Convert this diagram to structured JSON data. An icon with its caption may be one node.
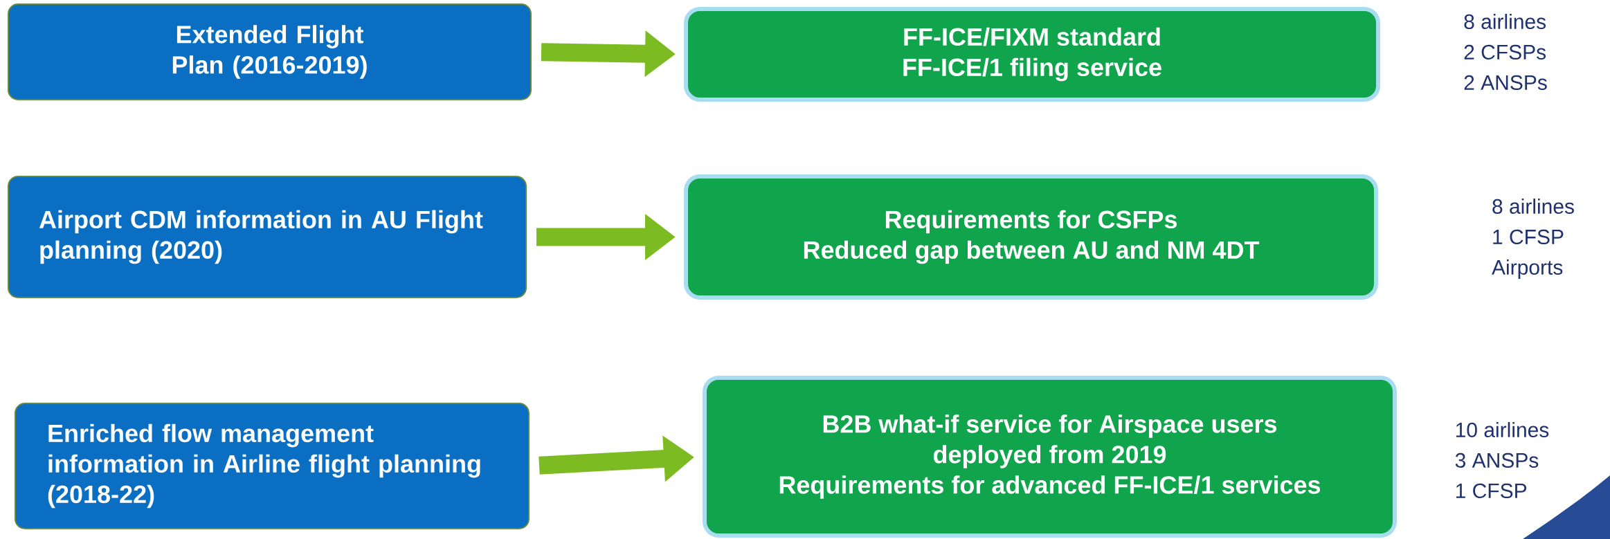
{
  "diagram": {
    "nodes": [
      {
        "text": [
          "Extended Flight Plan (2016-2019)"
        ]
      },
      {
        "text": [
          "FF-ICE/FIXM standard",
          "FF-ICE/1 filing service"
        ],
        "beside": [
          "8 airlines",
          "2  CFSPs",
          "2 ANSPs"
        ]
      },
      {
        "text": [
          "Airport CDM information in AU Flight planning (2020)"
        ]
      },
      {
        "text": [
          "Requirements for CSFPs",
          "Reduced gap between AU and NM 4DT"
        ],
        "beside": [
          "8 airlines",
          "1 CFSP",
          "Airports"
        ]
      },
      {
        "text": [
          "Enriched flow management information in Airline flight planning (2018-22)"
        ]
      },
      {
        "text": [
          "B2B what-if service for Airspace users",
          "deployed from 2019",
          "Requirements for advanced FF-ICE/1 services"
        ],
        "beside": [
          "10 airlines",
          "3 ANSPs",
          "1 CFSP"
        ]
      }
    ],
    "edges": [
      {
        "from": 0,
        "to": 1,
        "arrow": "to"
      },
      {
        "from": 2,
        "to": 3,
        "arrow": "to"
      },
      {
        "from": 4,
        "to": 5,
        "arrow": "to"
      }
    ]
  }
}
